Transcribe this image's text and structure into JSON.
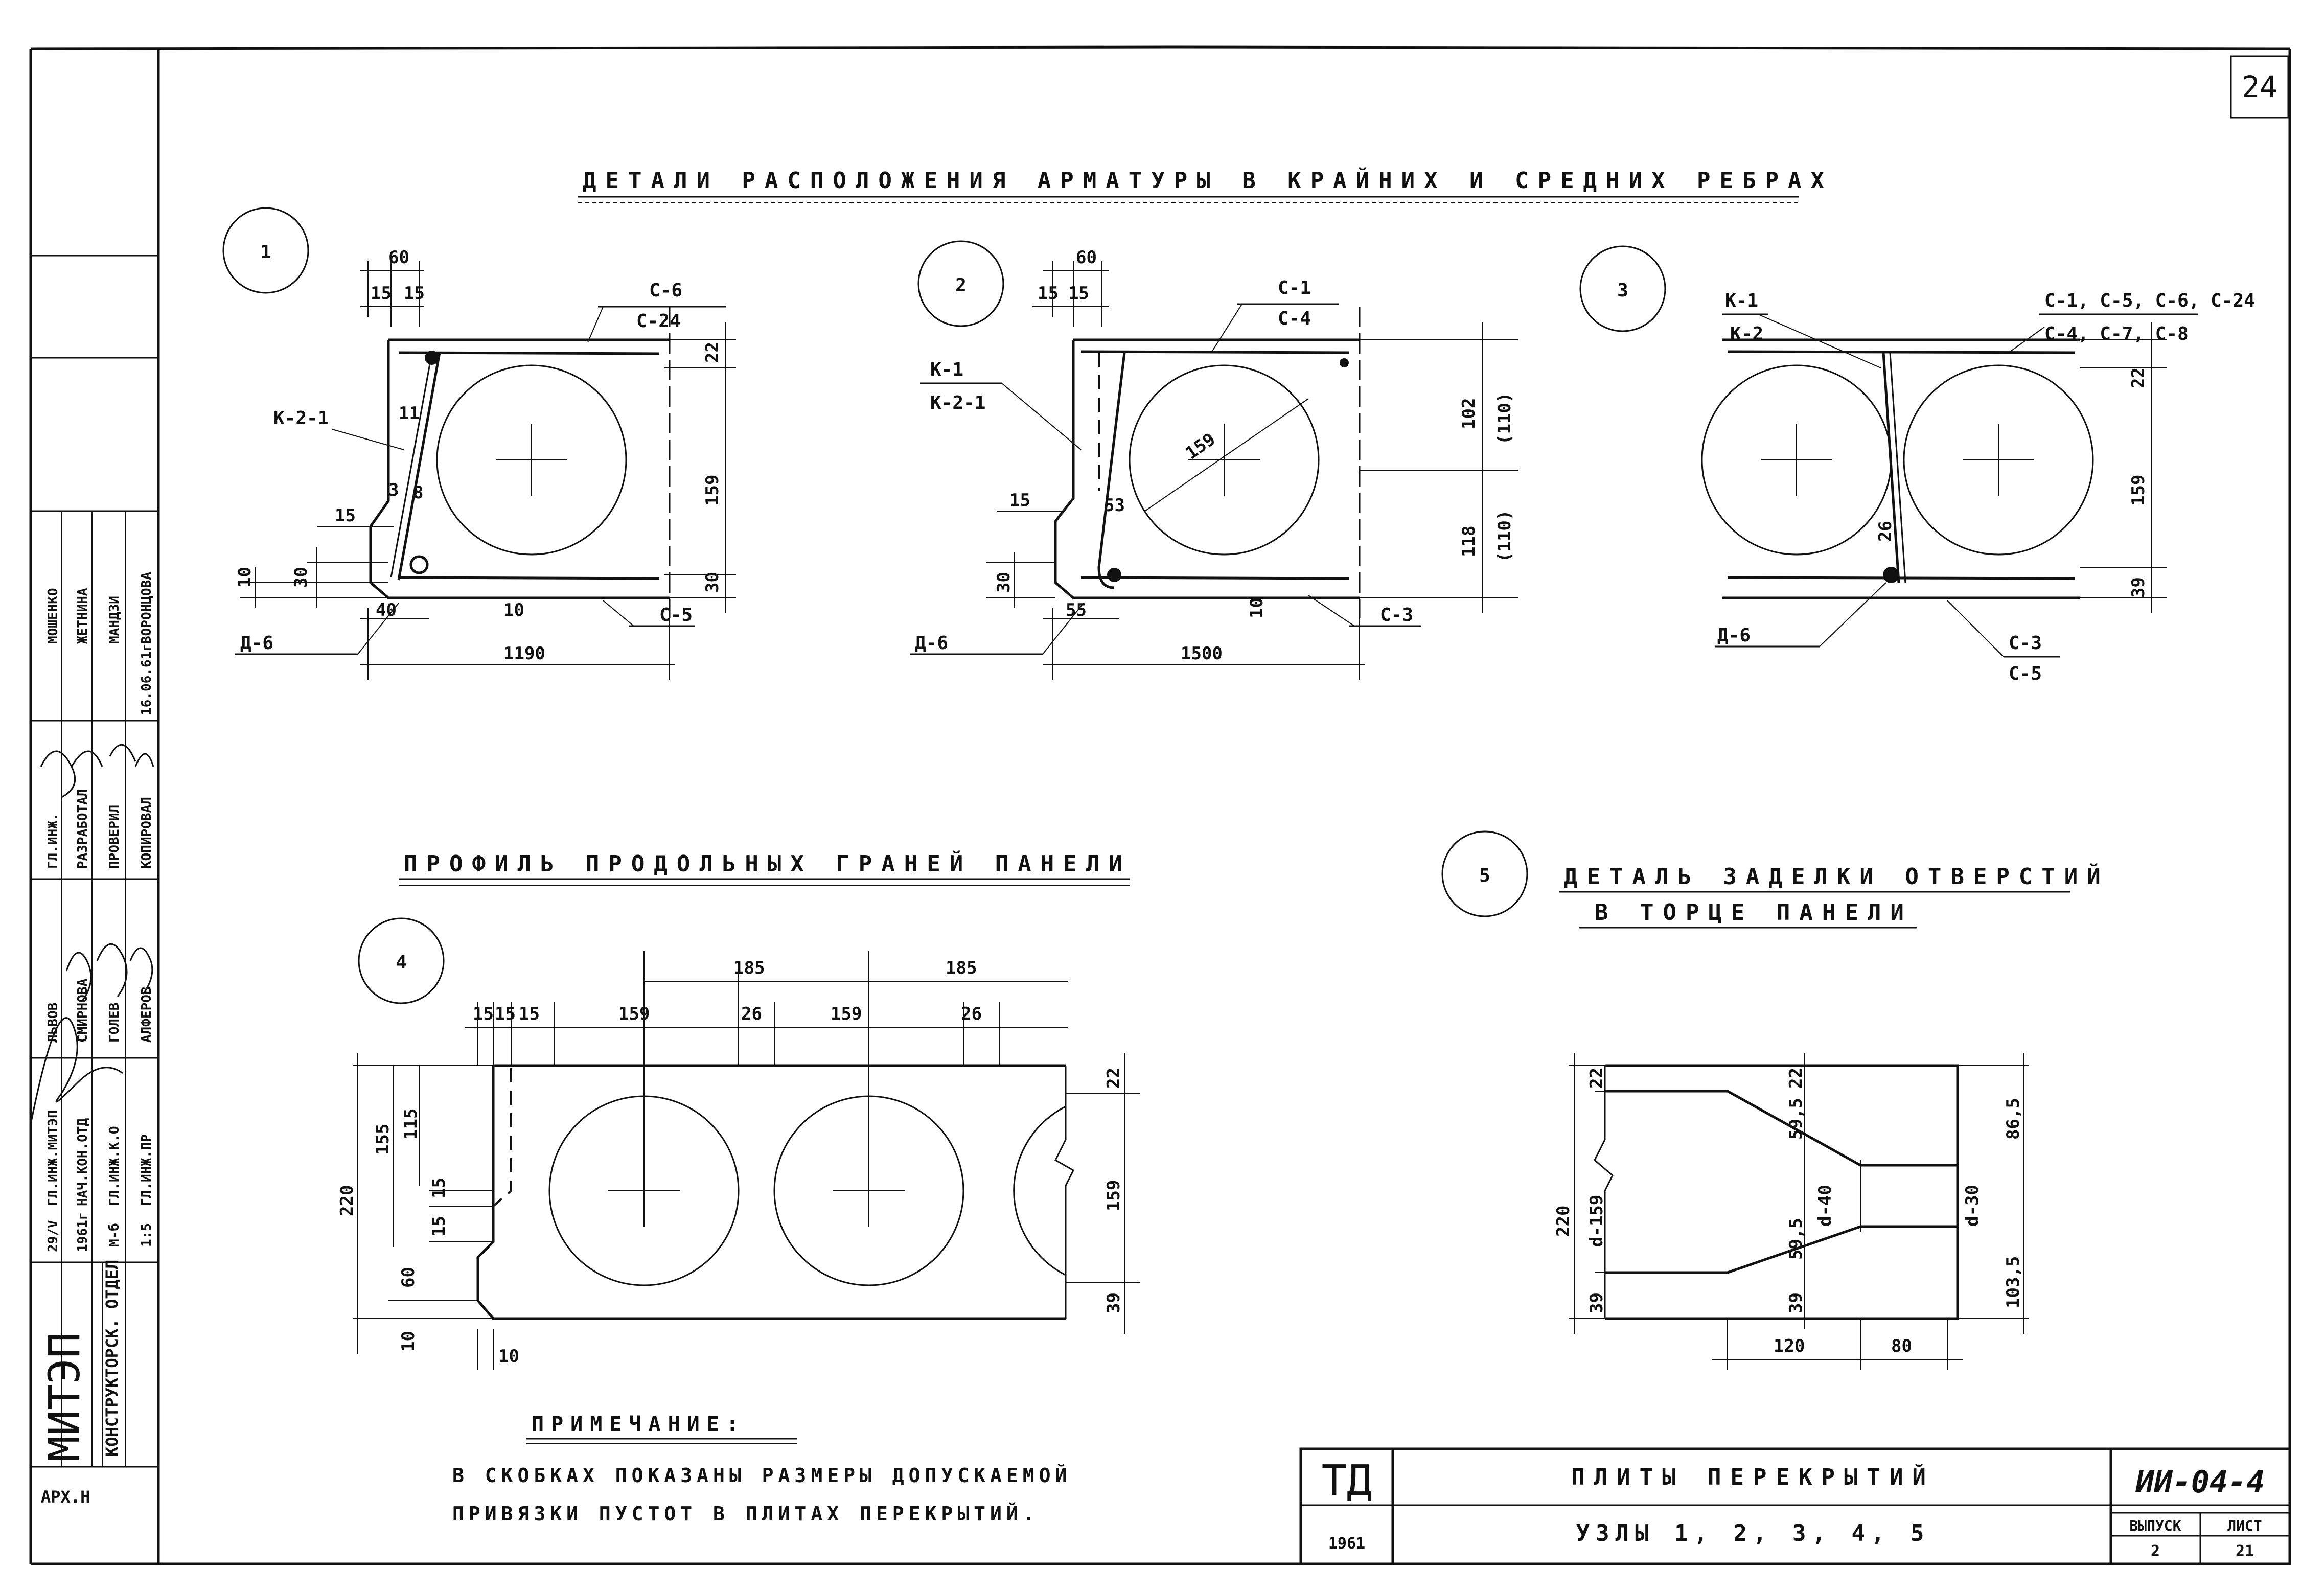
{
  "sheet_number": "24",
  "main_title": "ДЕТАЛИ РАСПОЛОЖЕНИЯ АРМАТУРЫ В КРАЙНИХ И СРЕДНИХ РЕБРАХ",
  "detail1": {
    "marker": "1",
    "dims": {
      "top": "60",
      "a": "15",
      "b": "15",
      "total": "1190",
      "bottom": "40",
      "mid": "10",
      "h1": "159",
      "h2": "30",
      "h3": "22",
      "left1": "15",
      "left2": "10",
      "left3": "30",
      "angle1": "3",
      "angle2": "8",
      "k": "11"
    },
    "labels": {
      "bar_top1": "С-6",
      "bar_top2": "С-24",
      "bar_left": "К-2-1",
      "bar_bottom": "С-5",
      "dowel": "Д-6"
    }
  },
  "detail2": {
    "marker": "2",
    "dims": {
      "top": "60",
      "a": "15",
      "b": "15",
      "total": "1500",
      "bottom": "55",
      "mid": "10",
      "diameter": "159",
      "offset": "53",
      "left1": "15",
      "left2": "30",
      "h1": "102",
      "h1b": "(110)",
      "h2": "118",
      "h2b": "(110)"
    },
    "labels": {
      "bar_top1": "С-1",
      "bar_top2": "С-4",
      "k1": "К-1",
      "k2": "К-2-1",
      "bar_bottom": "С-3",
      "dowel": "Д-6"
    }
  },
  "detail3": {
    "marker": "3",
    "dims": {
      "h1": "22",
      "h2": "159",
      "h3": "39",
      "mid": "26"
    },
    "labels": {
      "k1": "К-1",
      "k2": "К-2",
      "bar_top1": "С-1, С-5, С-6, С-24",
      "bar_top2": "С-4, С-7, С-8",
      "bar_bottom1": "С-3",
      "bar_bottom2": "С-5",
      "dowel": "Д-6"
    }
  },
  "profile_title": "ПРОФИЛЬ ПРОДОЛЬНЫХ ГРАНЕЙ ПАНЕЛИ",
  "detail4": {
    "marker": "4",
    "dims": {
      "top_a": "15",
      "top_b": "15",
      "top_c": "15",
      "span1": "185",
      "span2": "185",
      "seg1": "159",
      "seg2": "26",
      "seg3": "159",
      "seg4": "26",
      "h_total": "220",
      "h_155": "155",
      "h_115": "115",
      "h_15a": "15",
      "h_15b": "15",
      "h_60": "60",
      "h_10": "10",
      "r_22": "22",
      "r_159": "159",
      "r_39": "39",
      "b_10": "10"
    }
  },
  "detail5": {
    "marker": "5",
    "title_line1": "ДЕТАЛЬ ЗАДЕЛКИ ОТВЕРСТИЙ",
    "title_line2": "В ТОРЦЕ ПАНЕЛИ",
    "dims": {
      "h_total": "220",
      "d1": "d-159",
      "top_22": "22",
      "bot_39": "39",
      "mid_a": "59,5",
      "d2": "d-40",
      "mid_b": "59,5",
      "top_small": "22",
      "bot_small": "39",
      "r_865": "86,5",
      "d3": "d-30",
      "r_1035": "103,5",
      "w1": "120",
      "w2": "80"
    }
  },
  "note": {
    "heading": "ПРИМЕЧАНИЕ:",
    "line1": "В СКОБКАХ ПОКАЗАНЫ РАЗМЕРЫ ДОПУСКАЕМОЙ",
    "line2": "ПРИВЯЗКИ ПУСТОТ В ПЛИТАХ ПЕРЕКРЫТИЙ."
  },
  "title_block": {
    "logo": "ТД",
    "year": "1961",
    "name": "ПЛИТЫ ПЕРЕКРЫТИЙ",
    "subtitle": "УЗЛЫ 1, 2, 3, 4, 5",
    "code": "ИИ-04-4",
    "issue_label": "ВЫПУСК",
    "issue_value": "2",
    "sheet_label": "ЛИСТ",
    "sheet_value": "21"
  },
  "side_stamp": {
    "org": "МИТЭП",
    "dept": "КОНСТРУКТОРСК. ОТДЕЛ",
    "arch": "АРХ.Н",
    "date1": "29/V",
    "date2": "1961г",
    "scale1": "М-б",
    "scale2": "1:5",
    "roles": [
      "ГЛ.ИНЖ.МИТЭП",
      "НАЧ.КОН.ОТД",
      "ГЛ.ИНЖ.К.О",
      "ГЛ.ИНЖ.ПР"
    ],
    "names1": [
      "ЛЬВОВ",
      "СМИРНОВА",
      "ГОЛЕВ",
      "АЛФЕРОВ"
    ],
    "roles2": [
      "ГЛ.ИНЖ.",
      "РАЗРАБОТАЛ",
      "ПРОВЕРИЛ",
      "КОПИРОВАЛ"
    ],
    "names2": [
      "МОШЕНКО",
      "ЖЕТНИНА",
      "МАНДЗИ",
      "ВОРОНЦОВА"
    ],
    "date3": "16.06.61г"
  }
}
